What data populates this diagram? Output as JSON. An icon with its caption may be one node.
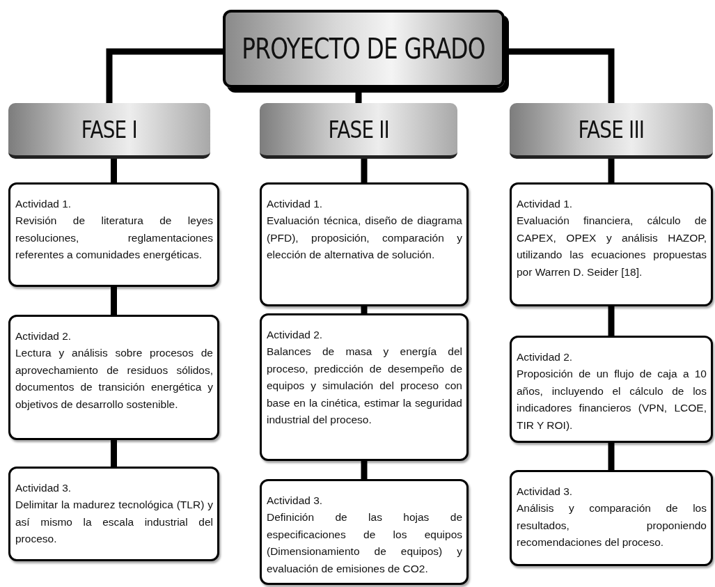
{
  "diagram": {
    "nodes": [
      {
        "text": [
          "PROYECTO DE GRADO"
        ]
      },
      {
        "text": [
          "FASE I"
        ]
      },
      {
        "text": [
          "FASE II"
        ]
      },
      {
        "text": [
          "FASE III"
        ]
      },
      {
        "text": [
          "Actividad 1.",
          "Revisión de literatura de leyes resoluciones, reglamentaciones referentes a comunidades energéticas."
        ]
      },
      {
        "text": [
          "Actividad 2.",
          "Lectura y análisis sobre procesos de aprovechamiento de residuos sólidos, documentos de transición energética y objetivos de desarrollo sostenible."
        ]
      },
      {
        "text": [
          "Actividad 3.",
          "Delimitar la madurez tecnológica (TLR) y así mismo la escala industrial del proceso."
        ]
      },
      {
        "text": [
          "Actividad 1.",
          "Evaluación técnica, diseño de diagrama (PFD), proposición, comparación y elección de alternativa de solución."
        ]
      },
      {
        "text": [
          "Actividad 2.",
          "Balances de masa y energía del proceso, predicción de desempeño de equipos y simulación del proceso con base en la cinética, estimar la seguridad industrial del proceso."
        ]
      },
      {
        "text": [
          "Actividad 3.",
          "Definición de las hojas de especificaciones de los equipos (Dimensionamiento de equipos) y evaluación de emisiones de CO2."
        ]
      },
      {
        "text": [
          "Actividad 1.",
          "Evaluación financiera, cálculo de CAPEX, OPEX y análisis HAZOP, utilizando las ecuaciones propuestas por Warren D. Seider [18]."
        ]
      },
      {
        "text": [
          "Actividad 2.",
          "Proposición de un flujo de caja a 10 años, incluyendo el cálculo de los indicadores financieros (VPN, LCOE, TIR Y ROI)."
        ]
      },
      {
        "text": [
          "Actividad 3.",
          "Análisis y comparación de los resultados, proponiendo recomendaciones del proceso."
        ]
      }
    ],
    "edges": [
      {
        "from": 0,
        "to": 1,
        "arrow": "none"
      },
      {
        "from": 0,
        "to": 2,
        "arrow": "none"
      },
      {
        "from": 0,
        "to": 3,
        "arrow": "none"
      },
      {
        "from": 1,
        "to": 4,
        "arrow": "none"
      },
      {
        "from": 4,
        "to": 5,
        "arrow": "none"
      },
      {
        "from": 5,
        "to": 6,
        "arrow": "none"
      },
      {
        "from": 2,
        "to": 7,
        "arrow": "none"
      },
      {
        "from": 7,
        "to": 8,
        "arrow": "none"
      },
      {
        "from": 8,
        "to": 9,
        "arrow": "none"
      },
      {
        "from": 3,
        "to": 10,
        "arrow": "none"
      },
      {
        "from": 10,
        "to": 11,
        "arrow": "none"
      },
      {
        "from": 11,
        "to": 12,
        "arrow": "none"
      }
    ]
  }
}
